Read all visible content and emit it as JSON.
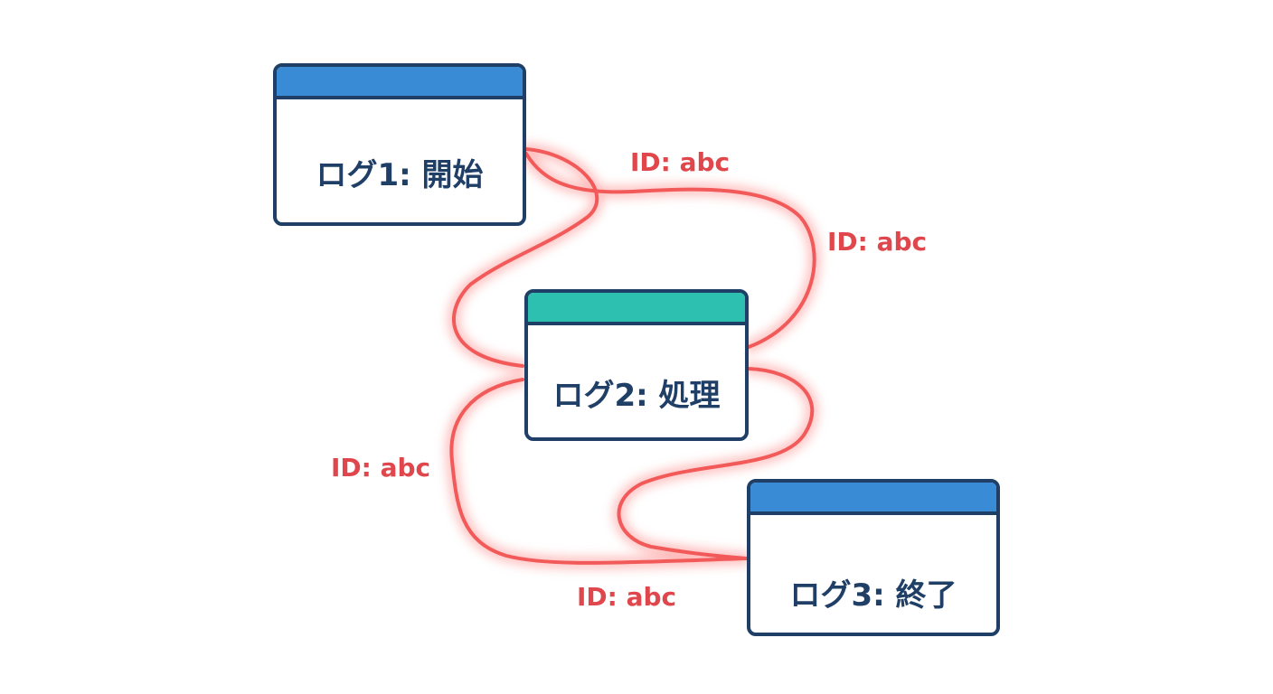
{
  "colors": {
    "node_border": "#1f3f66",
    "header_blue": "#3a8bd6",
    "header_teal": "#2dbfb0",
    "thread_red": "#f25a5a",
    "glow_red": "#ff8a8a",
    "label_red": "#e0474c",
    "node_text": "#1f3f66"
  },
  "nodes": [
    {
      "id": "log1",
      "label": "ログ1: 開始",
      "header_color": "#3a8bd6"
    },
    {
      "id": "log2",
      "label": "ログ2: 処理",
      "header_color": "#2dbfb0"
    },
    {
      "id": "log3",
      "label": "ログ3: 終了",
      "header_color": "#3a8bd6"
    }
  ],
  "edges": [
    {
      "label": "ID: abc"
    },
    {
      "label": "ID: abc"
    },
    {
      "label": "ID: abc"
    },
    {
      "label": "ID: abc"
    }
  ]
}
